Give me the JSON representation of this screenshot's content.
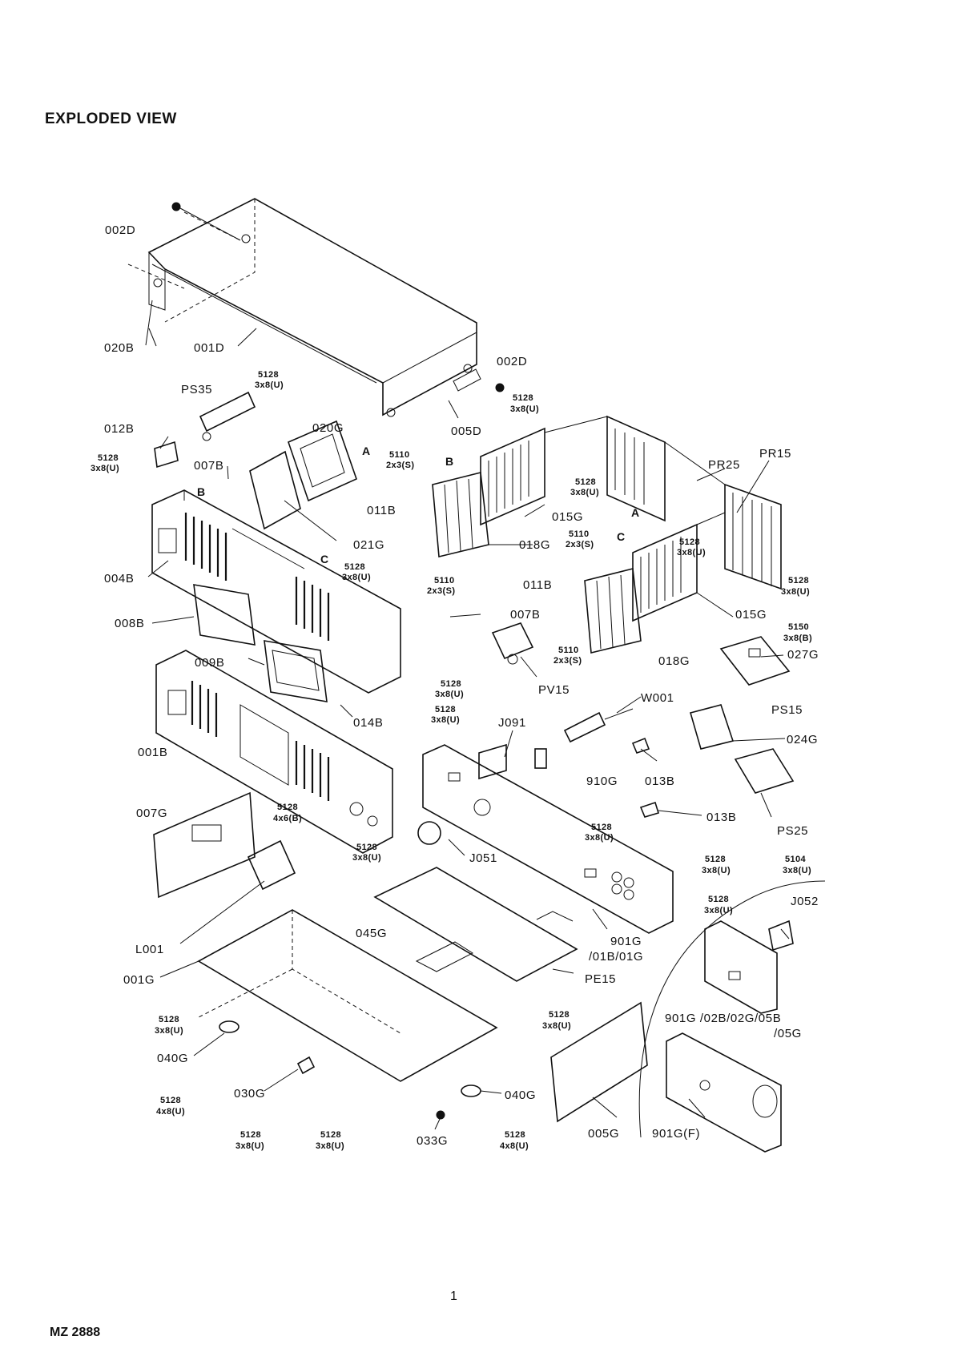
{
  "title": "EXPLODED VIEW",
  "page_number": "1",
  "model": "MZ 2888",
  "labels": [
    {
      "id": "002D",
      "text": "002D"
    },
    {
      "id": "020B",
      "text": "020B"
    },
    {
      "id": "001D",
      "text": "001D"
    },
    {
      "id": "002D-b",
      "text": "002D"
    },
    {
      "id": "PS35",
      "text": "PS35"
    },
    {
      "id": "005D",
      "text": "005D"
    },
    {
      "id": "012B",
      "text": "012B"
    },
    {
      "id": "020G",
      "text": "020G"
    },
    {
      "id": "007B-a",
      "text": "007B"
    },
    {
      "id": "PR25",
      "text": "PR25"
    },
    {
      "id": "PR15",
      "text": "PR15"
    },
    {
      "id": "011B-a",
      "text": "011B"
    },
    {
      "id": "015G-a",
      "text": "015G"
    },
    {
      "id": "021G",
      "text": "021G"
    },
    {
      "id": "018G-a",
      "text": "018G"
    },
    {
      "id": "004B",
      "text": "004B"
    },
    {
      "id": "011B-b",
      "text": "011B"
    },
    {
      "id": "015G-b",
      "text": "015G"
    },
    {
      "id": "008B",
      "text": "008B"
    },
    {
      "id": "007B-b",
      "text": "007B"
    },
    {
      "id": "027G",
      "text": "027G"
    },
    {
      "id": "009B",
      "text": "009B"
    },
    {
      "id": "018G-b",
      "text": "018G"
    },
    {
      "id": "PV15",
      "text": "PV15"
    },
    {
      "id": "W001",
      "text": "W001"
    },
    {
      "id": "PS15",
      "text": "PS15"
    },
    {
      "id": "014B",
      "text": "014B"
    },
    {
      "id": "J091",
      "text": "J091"
    },
    {
      "id": "024G",
      "text": "024G"
    },
    {
      "id": "001B",
      "text": "001B"
    },
    {
      "id": "910G",
      "text": "910G"
    },
    {
      "id": "013B-a",
      "text": "013B"
    },
    {
      "id": "007G",
      "text": "007G"
    },
    {
      "id": "013B-b",
      "text": "013B"
    },
    {
      "id": "PS25",
      "text": "PS25"
    },
    {
      "id": "J051",
      "text": "J051"
    },
    {
      "id": "J052",
      "text": "J052"
    },
    {
      "id": "L001",
      "text": "L001"
    },
    {
      "id": "045G",
      "text": "045G"
    },
    {
      "id": "901G",
      "text": "901G"
    },
    {
      "id": "01B01G",
      "text": "/01B/01G"
    },
    {
      "id": "001G",
      "text": "001G"
    },
    {
      "id": "PE15",
      "text": "PE15"
    },
    {
      "id": "901G-02B",
      "text": "901G /02B/02G/05B"
    },
    {
      "id": "05G",
      "text": "/05G"
    },
    {
      "id": "040G-a",
      "text": "040G"
    },
    {
      "id": "030G",
      "text": "030G"
    },
    {
      "id": "040G-b",
      "text": "040G"
    },
    {
      "id": "005G",
      "text": "005G"
    },
    {
      "id": "901GF",
      "text": "901G(F)"
    },
    {
      "id": "033G",
      "text": "033G"
    }
  ],
  "screws": [
    {
      "id": "s1",
      "code": "5128",
      "size": "3x8(U)"
    },
    {
      "id": "s2",
      "code": "5128",
      "size": "3x8(U)"
    },
    {
      "id": "s3",
      "code": "5128",
      "size": "3x8(U)"
    },
    {
      "id": "s4",
      "code": "5110",
      "size": "2x3(S)"
    },
    {
      "id": "s5",
      "code": "5128",
      "size": "3x8(U)"
    },
    {
      "id": "s6",
      "code": "5128",
      "size": "3x8(U)"
    },
    {
      "id": "s7",
      "code": "5110",
      "size": "2x3(S)"
    },
    {
      "id": "s8",
      "code": "5128",
      "size": "3x8(U)"
    },
    {
      "id": "s9",
      "code": "5110",
      "size": "2x3(S)"
    },
    {
      "id": "s10",
      "code": "5128",
      "size": "3x8(U)"
    },
    {
      "id": "s11",
      "code": "5150",
      "size": "3x8(B)"
    },
    {
      "id": "s12",
      "code": "5110",
      "size": "2x3(S)"
    },
    {
      "id": "s13",
      "code": "5128",
      "size": "3x8(U)"
    },
    {
      "id": "s14",
      "code": "5128",
      "size": "3x8(U)"
    },
    {
      "id": "s15",
      "code": "5128",
      "size": "4x6(B)"
    },
    {
      "id": "s16",
      "code": "5128",
      "size": "3x8(U)"
    },
    {
      "id": "s17",
      "code": "5128",
      "size": "3x8(U)"
    },
    {
      "id": "s18",
      "code": "5128",
      "size": "3x8(U)"
    },
    {
      "id": "s19",
      "code": "5104",
      "size": "3x8(U)"
    },
    {
      "id": "s20",
      "code": "5128",
      "size": "3x8(U)"
    },
    {
      "id": "s21",
      "code": "5128",
      "size": "3x8(U)"
    },
    {
      "id": "s22",
      "code": "5128",
      "size": "3x8(U)"
    },
    {
      "id": "s23",
      "code": "5128",
      "size": "4x8(U)"
    },
    {
      "id": "s24",
      "code": "5128",
      "size": "3x8(U)"
    },
    {
      "id": "s25",
      "code": "5128",
      "size": "3x8(U)"
    },
    {
      "id": "s26",
      "code": "5128",
      "size": "4x8(U)"
    }
  ],
  "markers": [
    "A",
    "B",
    "B",
    "C",
    "A",
    "C"
  ]
}
